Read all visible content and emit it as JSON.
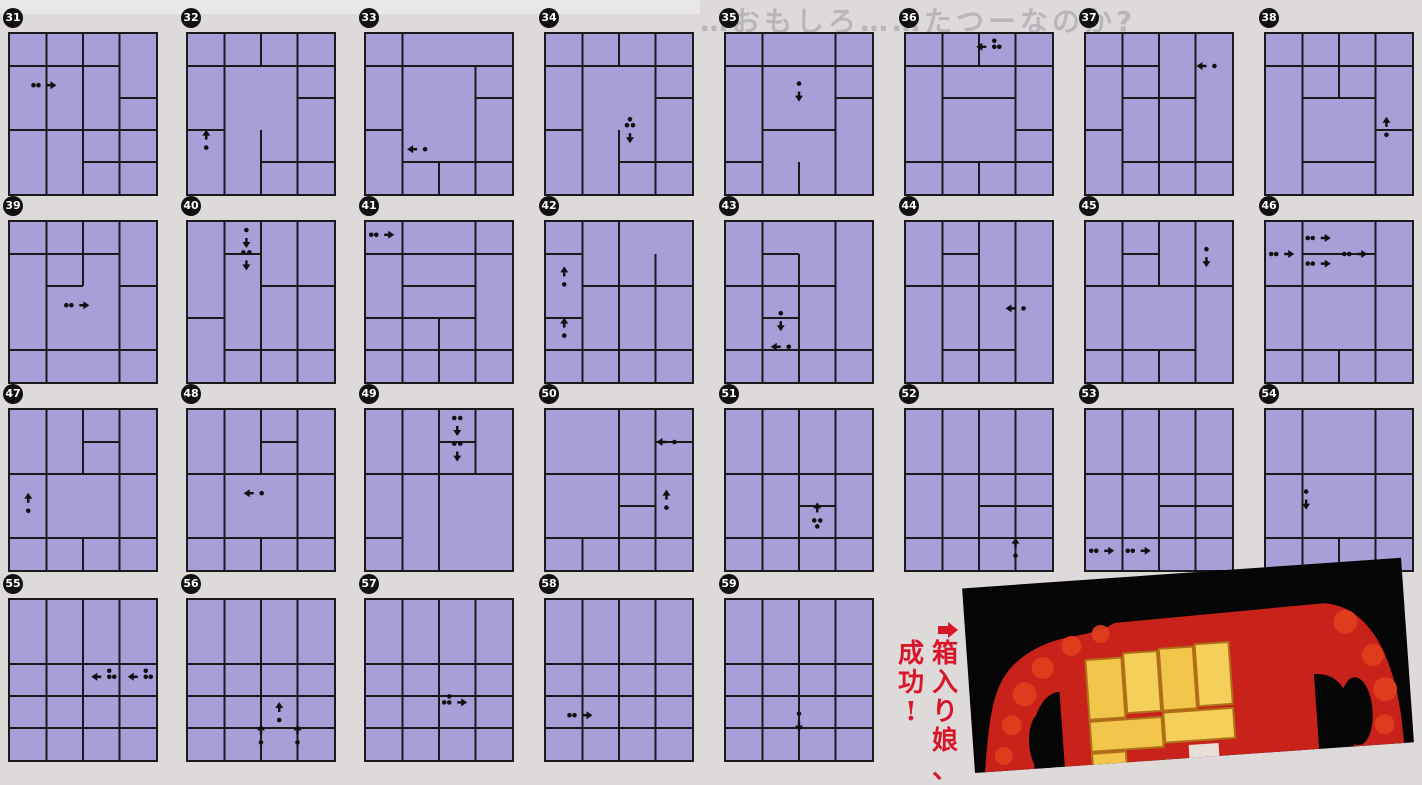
{
  "background_heading": "…おもしろ……たつーなのか?",
  "puzzles": [
    {
      "number": "31"
    },
    {
      "number": "32"
    },
    {
      "number": "33"
    },
    {
      "number": "34"
    },
    {
      "number": "35"
    },
    {
      "number": "36"
    },
    {
      "number": "37"
    },
    {
      "number": "38"
    },
    {
      "number": "39"
    },
    {
      "number": "40"
    },
    {
      "number": "41"
    },
    {
      "number": "42"
    },
    {
      "number": "43"
    },
    {
      "number": "44"
    },
    {
      "number": "45"
    },
    {
      "number": "46"
    },
    {
      "number": "47"
    },
    {
      "number": "48"
    },
    {
      "number": "49"
    },
    {
      "number": "50"
    },
    {
      "number": "51"
    },
    {
      "number": "52"
    },
    {
      "number": "53"
    },
    {
      "number": "54"
    },
    {
      "number": "55"
    },
    {
      "number": "56"
    },
    {
      "number": "57"
    },
    {
      "number": "58"
    },
    {
      "number": "59"
    }
  ],
  "caption": {
    "line1": "箱入り娘、",
    "line2": "成功!"
  },
  "colors": {
    "board": "#a89ed8",
    "caption": "#d8162a",
    "arrow": "#d8162a"
  },
  "screenshot": {
    "description_label": "game screenshot"
  }
}
